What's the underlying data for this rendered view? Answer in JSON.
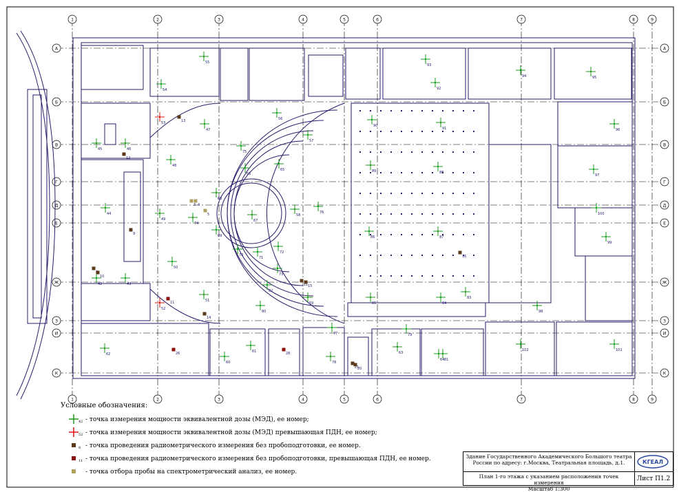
{
  "legend": {
    "title": "Условные обозначения:",
    "items": [
      {
        "sample_number": "42",
        "text": "- точка измерения мощности эквивалентной дозы (МЭД), ее номер;",
        "color": "#1a9a1a"
      },
      {
        "sample_number": "52",
        "text": "- точка измерения мощности эквивалентной дозы (МЭД) превышающая ПДН, ее номер;",
        "color": "#e01010"
      },
      {
        "sample_number": "8",
        "text": "- точка проведения радиометрического измерения без пробоподготовки, ее номер.",
        "color": "#5a3a1a"
      },
      {
        "sample_number": "11",
        "text": "- точка проведения радиометрического измерения без пробоподготовки, превышающая ПДН, ее номер.",
        "color": "#8b1010"
      },
      {
        "sample_number": "",
        "text": "- точка отбора пробы на спектрометрический анализ, ее номер.",
        "color": "#b0a060"
      }
    ]
  },
  "title_block": {
    "line1": "Здание Государственного Академического Большого театра",
    "line2": "России по адресу: г.Москва, Театральная площадь, д.1.",
    "line3": "План 1-го этажа с указанием расположения точек измерения",
    "line4": "Масштаб 1:300",
    "sheet": "Лист П1.2",
    "logo": "КГЕАЛ"
  },
  "axes": {
    "top_labels": [
      "1",
      "2",
      "3",
      "4",
      "5",
      "6",
      "7",
      "8",
      "9"
    ],
    "left_labels": [
      "А",
      "Б",
      "В",
      "Г",
      "Д",
      "Е",
      "Ж",
      "З",
      "И",
      "К"
    ],
    "right_labels": [
      "А",
      "Б",
      "В",
      "Г",
      "Д",
      "Е",
      "Ж",
      "З",
      "И",
      "К"
    ]
  },
  "colors": {
    "walls": "#2a1a6a",
    "grid": "#000000",
    "med": "#1a9a1a",
    "med_over": "#e01010",
    "radiometric": "#5a3a1a",
    "radiometric_over": "#8b1010",
    "sample": "#b0a060"
  },
  "points": {
    "med": [
      {
        "n": "55"
      },
      {
        "n": "54"
      },
      {
        "n": "47"
      },
      {
        "n": "45"
      },
      {
        "n": "46"
      },
      {
        "n": "48"
      },
      {
        "n": "44"
      },
      {
        "n": "49"
      },
      {
        "n": "50"
      },
      {
        "n": "43"
      },
      {
        "n": "42"
      },
      {
        "n": "51"
      },
      {
        "n": "56"
      },
      {
        "n": "57"
      },
      {
        "n": "75"
      },
      {
        "n": "66"
      },
      {
        "n": "65"
      },
      {
        "n": "68"
      },
      {
        "n": "67"
      },
      {
        "n": "69"
      },
      {
        "n": "74"
      },
      {
        "n": "58"
      },
      {
        "n": "70"
      },
      {
        "n": "71"
      },
      {
        "n": "72"
      },
      {
        "n": "73"
      },
      {
        "n": "76"
      },
      {
        "n": "82"
      },
      {
        "n": "80"
      },
      {
        "n": "59"
      },
      {
        "n": "93"
      },
      {
        "n": "92"
      },
      {
        "n": "94"
      },
      {
        "n": "95"
      },
      {
        "n": "90"
      },
      {
        "n": "91"
      },
      {
        "n": "96"
      },
      {
        "n": "89"
      },
      {
        "n": "88"
      },
      {
        "n": "97"
      },
      {
        "n": "86"
      },
      {
        "n": "87"
      },
      {
        "n": "100"
      },
      {
        "n": "99"
      },
      {
        "n": "85"
      },
      {
        "n": "84"
      },
      {
        "n": "83"
      },
      {
        "n": "98"
      },
      {
        "n": "77"
      },
      {
        "n": "79"
      },
      {
        "n": "61"
      },
      {
        "n": "63"
      },
      {
        "n": "64"
      },
      {
        "n": "62"
      },
      {
        "n": "60"
      },
      {
        "n": "78"
      },
      {
        "n": "81"
      },
      {
        "n": "102"
      },
      {
        "n": "101"
      }
    ],
    "med_over": [
      {
        "n": "53"
      },
      {
        "n": "52"
      }
    ],
    "radiometric": [
      {
        "n": "13"
      },
      {
        "n": "12"
      },
      {
        "n": "9"
      },
      {
        "n": "8"
      },
      {
        "n": "10"
      },
      {
        "n": "14"
      },
      {
        "n": "16"
      },
      {
        "n": "11"
      },
      {
        "n": "15"
      },
      {
        "n": "21"
      },
      {
        "n": "20"
      }
    ],
    "radiometric_over": [
      {
        "n": "11"
      },
      {
        "n": "26"
      },
      {
        "n": "28"
      }
    ],
    "sample": [
      {
        "n": "3"
      },
      {
        "n": "4"
      },
      {
        "n": "5"
      }
    ]
  }
}
